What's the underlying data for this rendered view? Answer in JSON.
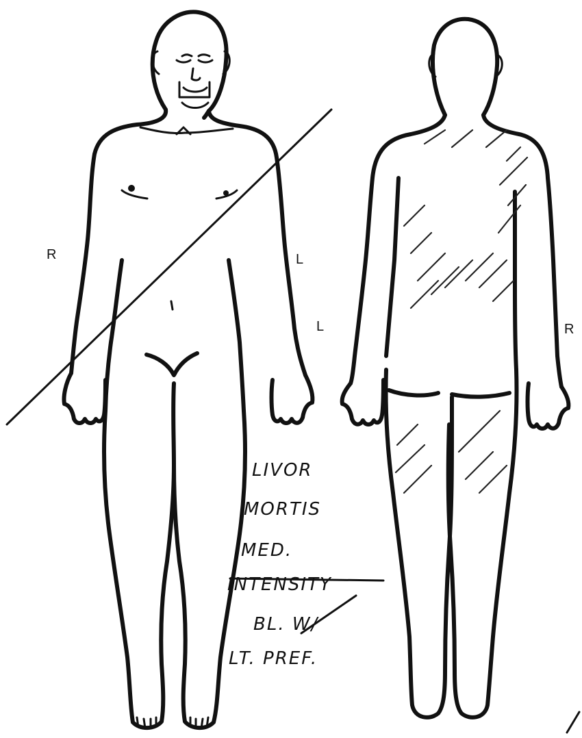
{
  "labels": {
    "front_right": "R",
    "front_left": "L",
    "back_left": "L",
    "back_right": "R"
  },
  "handwritten_notes": [
    "LIVOR",
    "MORTIS",
    "MED.",
    "INTENSITY",
    "BL. W/",
    "LT. PREF."
  ]
}
